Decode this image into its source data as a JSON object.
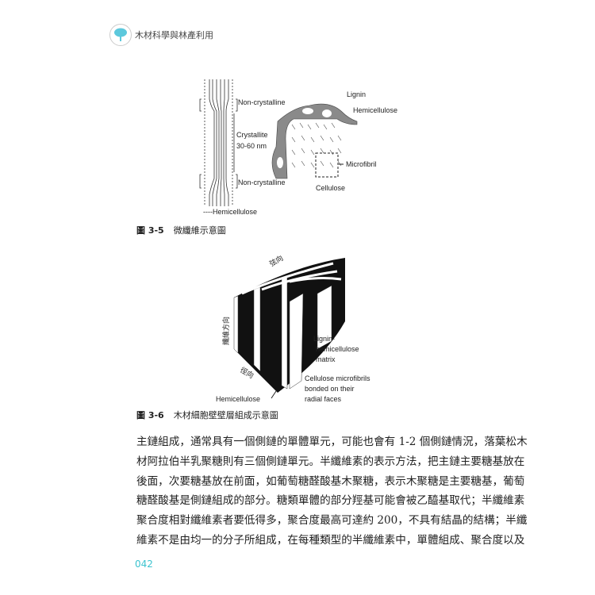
{
  "header": {
    "book_title": "木材科學與林產利用"
  },
  "figure_3_5": {
    "labels": {
      "non_crystalline_top": "Non-crystalline",
      "crystallite": "Crystallite",
      "crystallite_size": "30-60 nm",
      "non_crystalline_bottom": "Non-crystalline",
      "hemicellulose_legend": "----Hemicellulose",
      "lignin": "Lignin",
      "hemicellulose": "Hemicellulose",
      "microfibril": "Microfibril",
      "cellulose": "Cellulose"
    },
    "caption_number": "圖 3-5",
    "caption_text": "微纖維示意圖"
  },
  "figure_3_6": {
    "labels": {
      "tangential": "弦向",
      "fiber_direction": "纖維方向",
      "radial": "徑向",
      "matrix_1": "Lignin-",
      "matrix_2": "hemicellulose",
      "matrix_3": "matrix",
      "microfibrils_1": "Cellulose microfibrils",
      "microfibrils_2": "bonded on their",
      "microfibrils_3": "radial faces",
      "hemicellulose": "Hemicellulose"
    },
    "caption_number": "圖 3-6",
    "caption_text": "木材細胞壁壁層組成示意圖"
  },
  "body_lines": [
    "主鏈組成，通常具有一個側鏈的單體單元，可能也會有 1-2 個側鏈情況，落葉松木",
    "材阿拉伯半乳聚糖則有三個側鏈單元。半纖維素的表示方法，把主鏈主要糖基放在",
    "後面，次要糖基放在前面，如葡萄糖醛酸基木聚糖，表示木聚糖是主要糖基，葡萄",
    "糖醛酸基是側鏈組成的部分。糖類單體的部分羥基可能會被乙醯基取代；半纖維素",
    "聚合度相對纖維素者要低得多，聚合度最高可達約 200，不具有結晶的結構；半纖",
    "維素不是由均一的分子所組成，在每種類型的半纖維素中，單體組成、聚合度以及"
  ],
  "page_number": "042",
  "colors": {
    "accent": "#3cc3cf",
    "lignin_gray": "#8a8a8a"
  }
}
